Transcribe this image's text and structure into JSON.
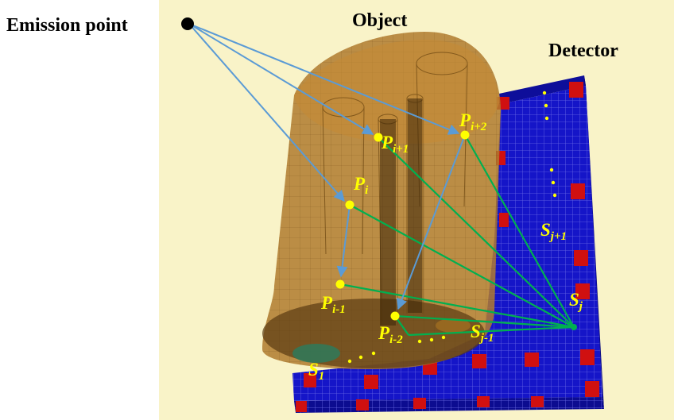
{
  "colors": {
    "background_panel": "#f9f3c8",
    "cylinder": "#b07a2e",
    "detector_body": "#1515c8",
    "detector_pixel": "#d01010",
    "arrow": "#5b9bd5",
    "ray": "#00b050",
    "point": "#ffff00",
    "text_label": "#000000"
  },
  "labels": {
    "emission_point": "Emission point",
    "object": "Object",
    "detector": "Detector"
  },
  "points": [
    {
      "id": "Pi+1",
      "base": "P",
      "sub": "i+1"
    },
    {
      "id": "Pi+2",
      "base": "P",
      "sub": "i+2"
    },
    {
      "id": "Pi",
      "base": "P",
      "sub": "i"
    },
    {
      "id": "Pi-1",
      "base": "P",
      "sub": "i-1"
    },
    {
      "id": "Pi-2",
      "base": "P",
      "sub": "i-2"
    }
  ],
  "detector_labels": [
    {
      "id": "Sj+1",
      "base": "S",
      "sub": "j+1"
    },
    {
      "id": "Sj",
      "base": "S",
      "sub": "j"
    },
    {
      "id": "Sj-1",
      "base": "S",
      "sub": "j-1"
    },
    {
      "id": "S1",
      "base": "S",
      "sub": "1"
    }
  ]
}
